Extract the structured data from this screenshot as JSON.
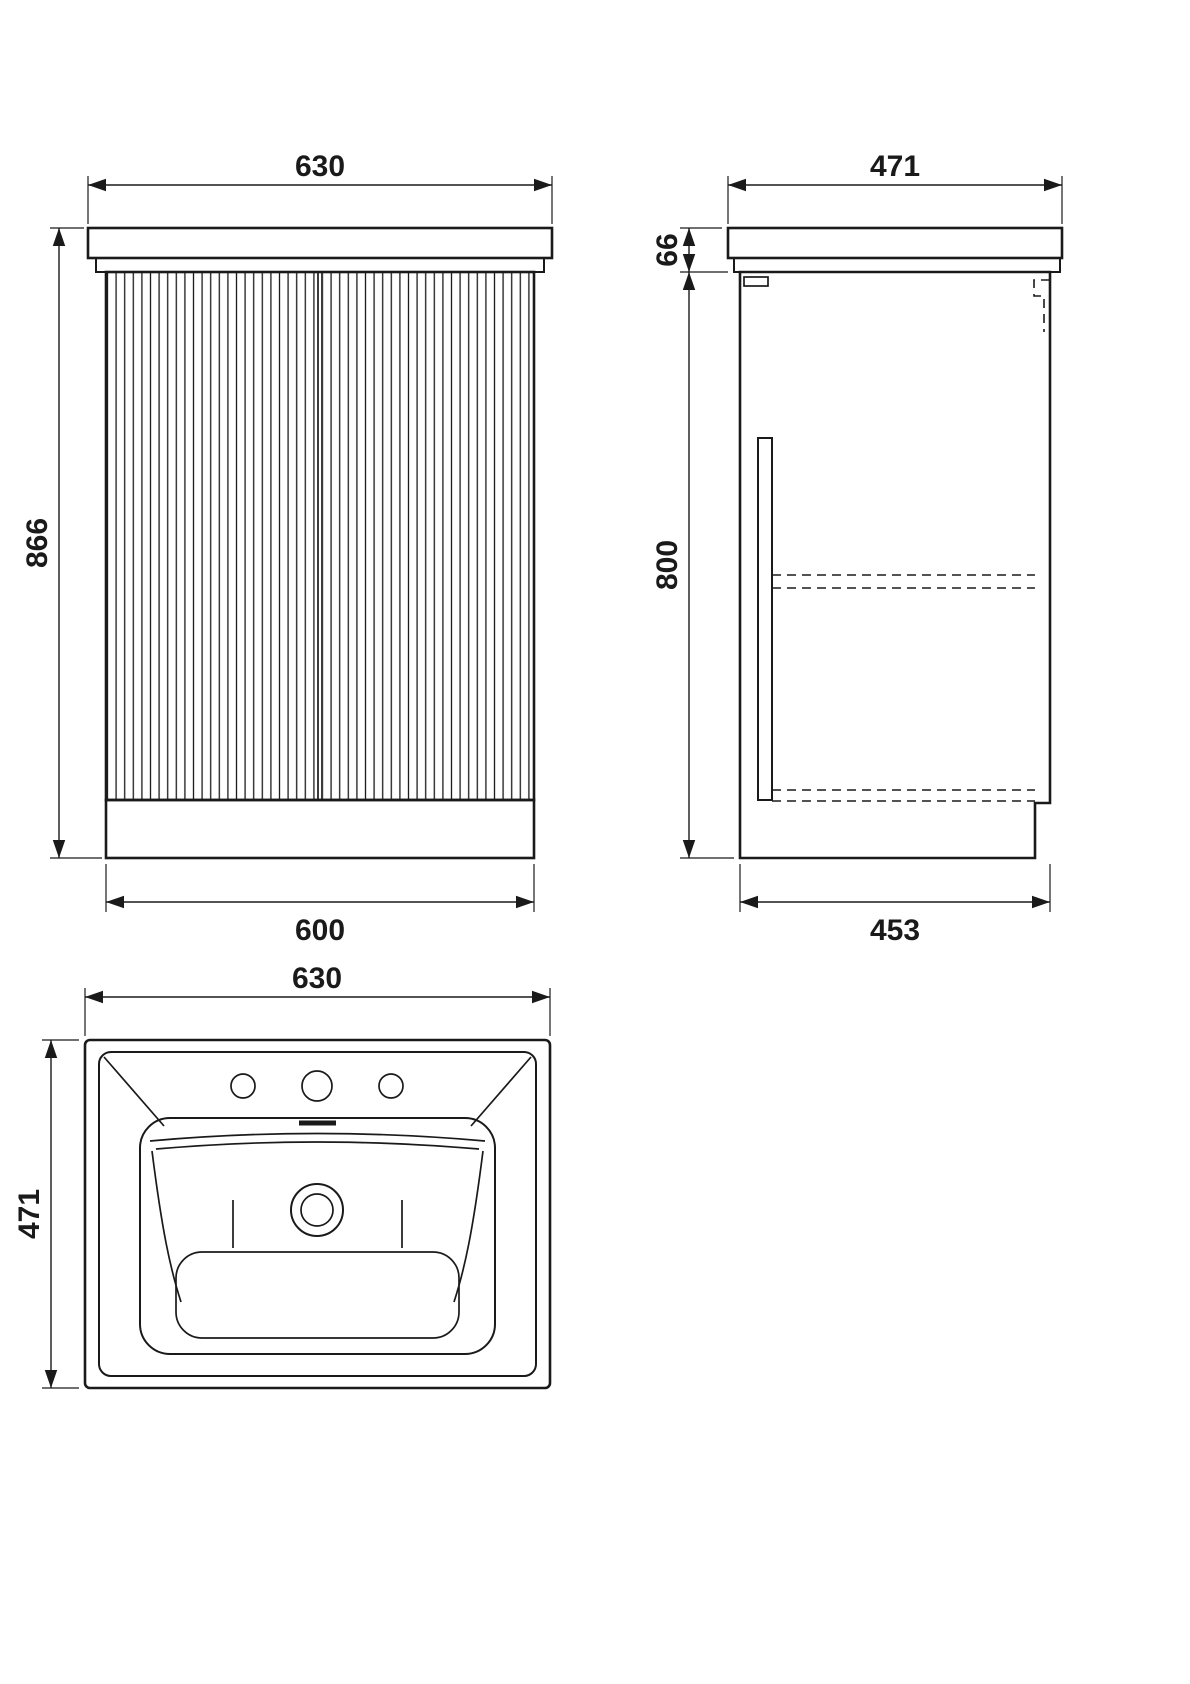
{
  "drawing": {
    "front_view": {
      "top_width_label": "630",
      "height_label": "866",
      "bottom_width_label": "600"
    },
    "side_view": {
      "top_depth_label": "471",
      "counter_height_label": "66",
      "body_height_label": "800",
      "bottom_depth_label": "453"
    },
    "plan_view": {
      "width_label": "630",
      "depth_label": "471"
    }
  }
}
